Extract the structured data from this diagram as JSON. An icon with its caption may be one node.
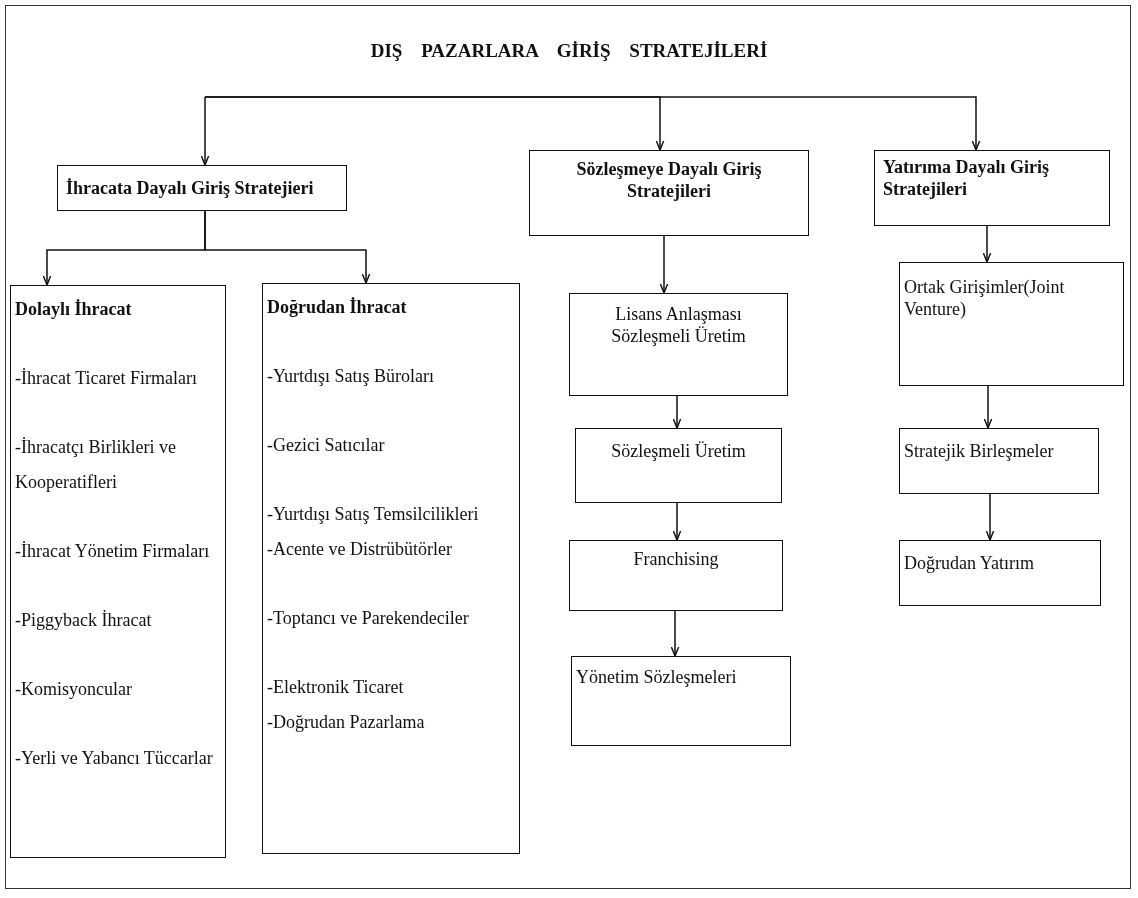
{
  "diagram": {
    "title": "DIŞ PAZARLARA GİRİŞ STRATEJİLERİ",
    "nodes": [
      {
        "text": [
          "İhracata Dayalı Giriş Stratejieri"
        ]
      },
      {
        "text": [
          "Sözleşmeye Dayalı Giriş Stratejileri"
        ]
      },
      {
        "text": [
          "Yatırıma Dayalı Giriş Stratejileri"
        ]
      },
      {
        "text": [
          "Dolaylı İhracat",
          "-İhracat Ticaret Firmaları",
          "-İhracatçı Birlikleri ve Kooperatifleri",
          "-İhracat Yönetim Firmaları",
          "-Piggyback İhracat",
          "-Komisyoncular",
          "-Yerli ve Yabancı Tüccarlar"
        ]
      },
      {
        "text": [
          "Doğrudan İhracat",
          "-Yurtdışı Satış Büroları",
          "-Gezici Satıcılar",
          "-Yurtdışı Satış Temsilcilikleri",
          "-Acente ve Distrübütörler",
          "-Toptancı ve Parekendeciler",
          "-Elektronik Ticaret",
          "-Doğrudan Pazarlama"
        ]
      },
      {
        "text": [
          "Lisans Anlaşması Sözleşmeli Üretim"
        ]
      },
      {
        "text": [
          "Sözleşmeli Üretim"
        ]
      },
      {
        "text": [
          "Franchising"
        ]
      },
      {
        "text": [
          "Yönetim Sözleşmeleri"
        ]
      },
      {
        "text": [
          "Ortak Girişimler(Joint Venture)"
        ]
      },
      {
        "text": [
          "Stratejik Birleşmeler"
        ]
      },
      {
        "text": [
          "Doğrudan Yatırım"
        ]
      }
    ],
    "edges": [
      {
        "from": null,
        "to": 0,
        "arrow": "to"
      },
      {
        "from": null,
        "to": 1,
        "arrow": "to"
      },
      {
        "from": null,
        "to": 2,
        "arrow": "to"
      },
      {
        "from": 0,
        "to": 3,
        "arrow": "to"
      },
      {
        "from": 0,
        "to": 4,
        "arrow": "to"
      },
      {
        "from": 1,
        "to": 5,
        "arrow": "to"
      },
      {
        "from": 5,
        "to": 6,
        "arrow": "to"
      },
      {
        "from": 6,
        "to": 7,
        "arrow": "to"
      },
      {
        "from": 7,
        "to": 8,
        "arrow": "to"
      },
      {
        "from": 2,
        "to": 9,
        "arrow": "to"
      },
      {
        "from": 9,
        "to": 10,
        "arrow": "to"
      },
      {
        "from": 10,
        "to": 11,
        "arrow": "to"
      }
    ]
  }
}
